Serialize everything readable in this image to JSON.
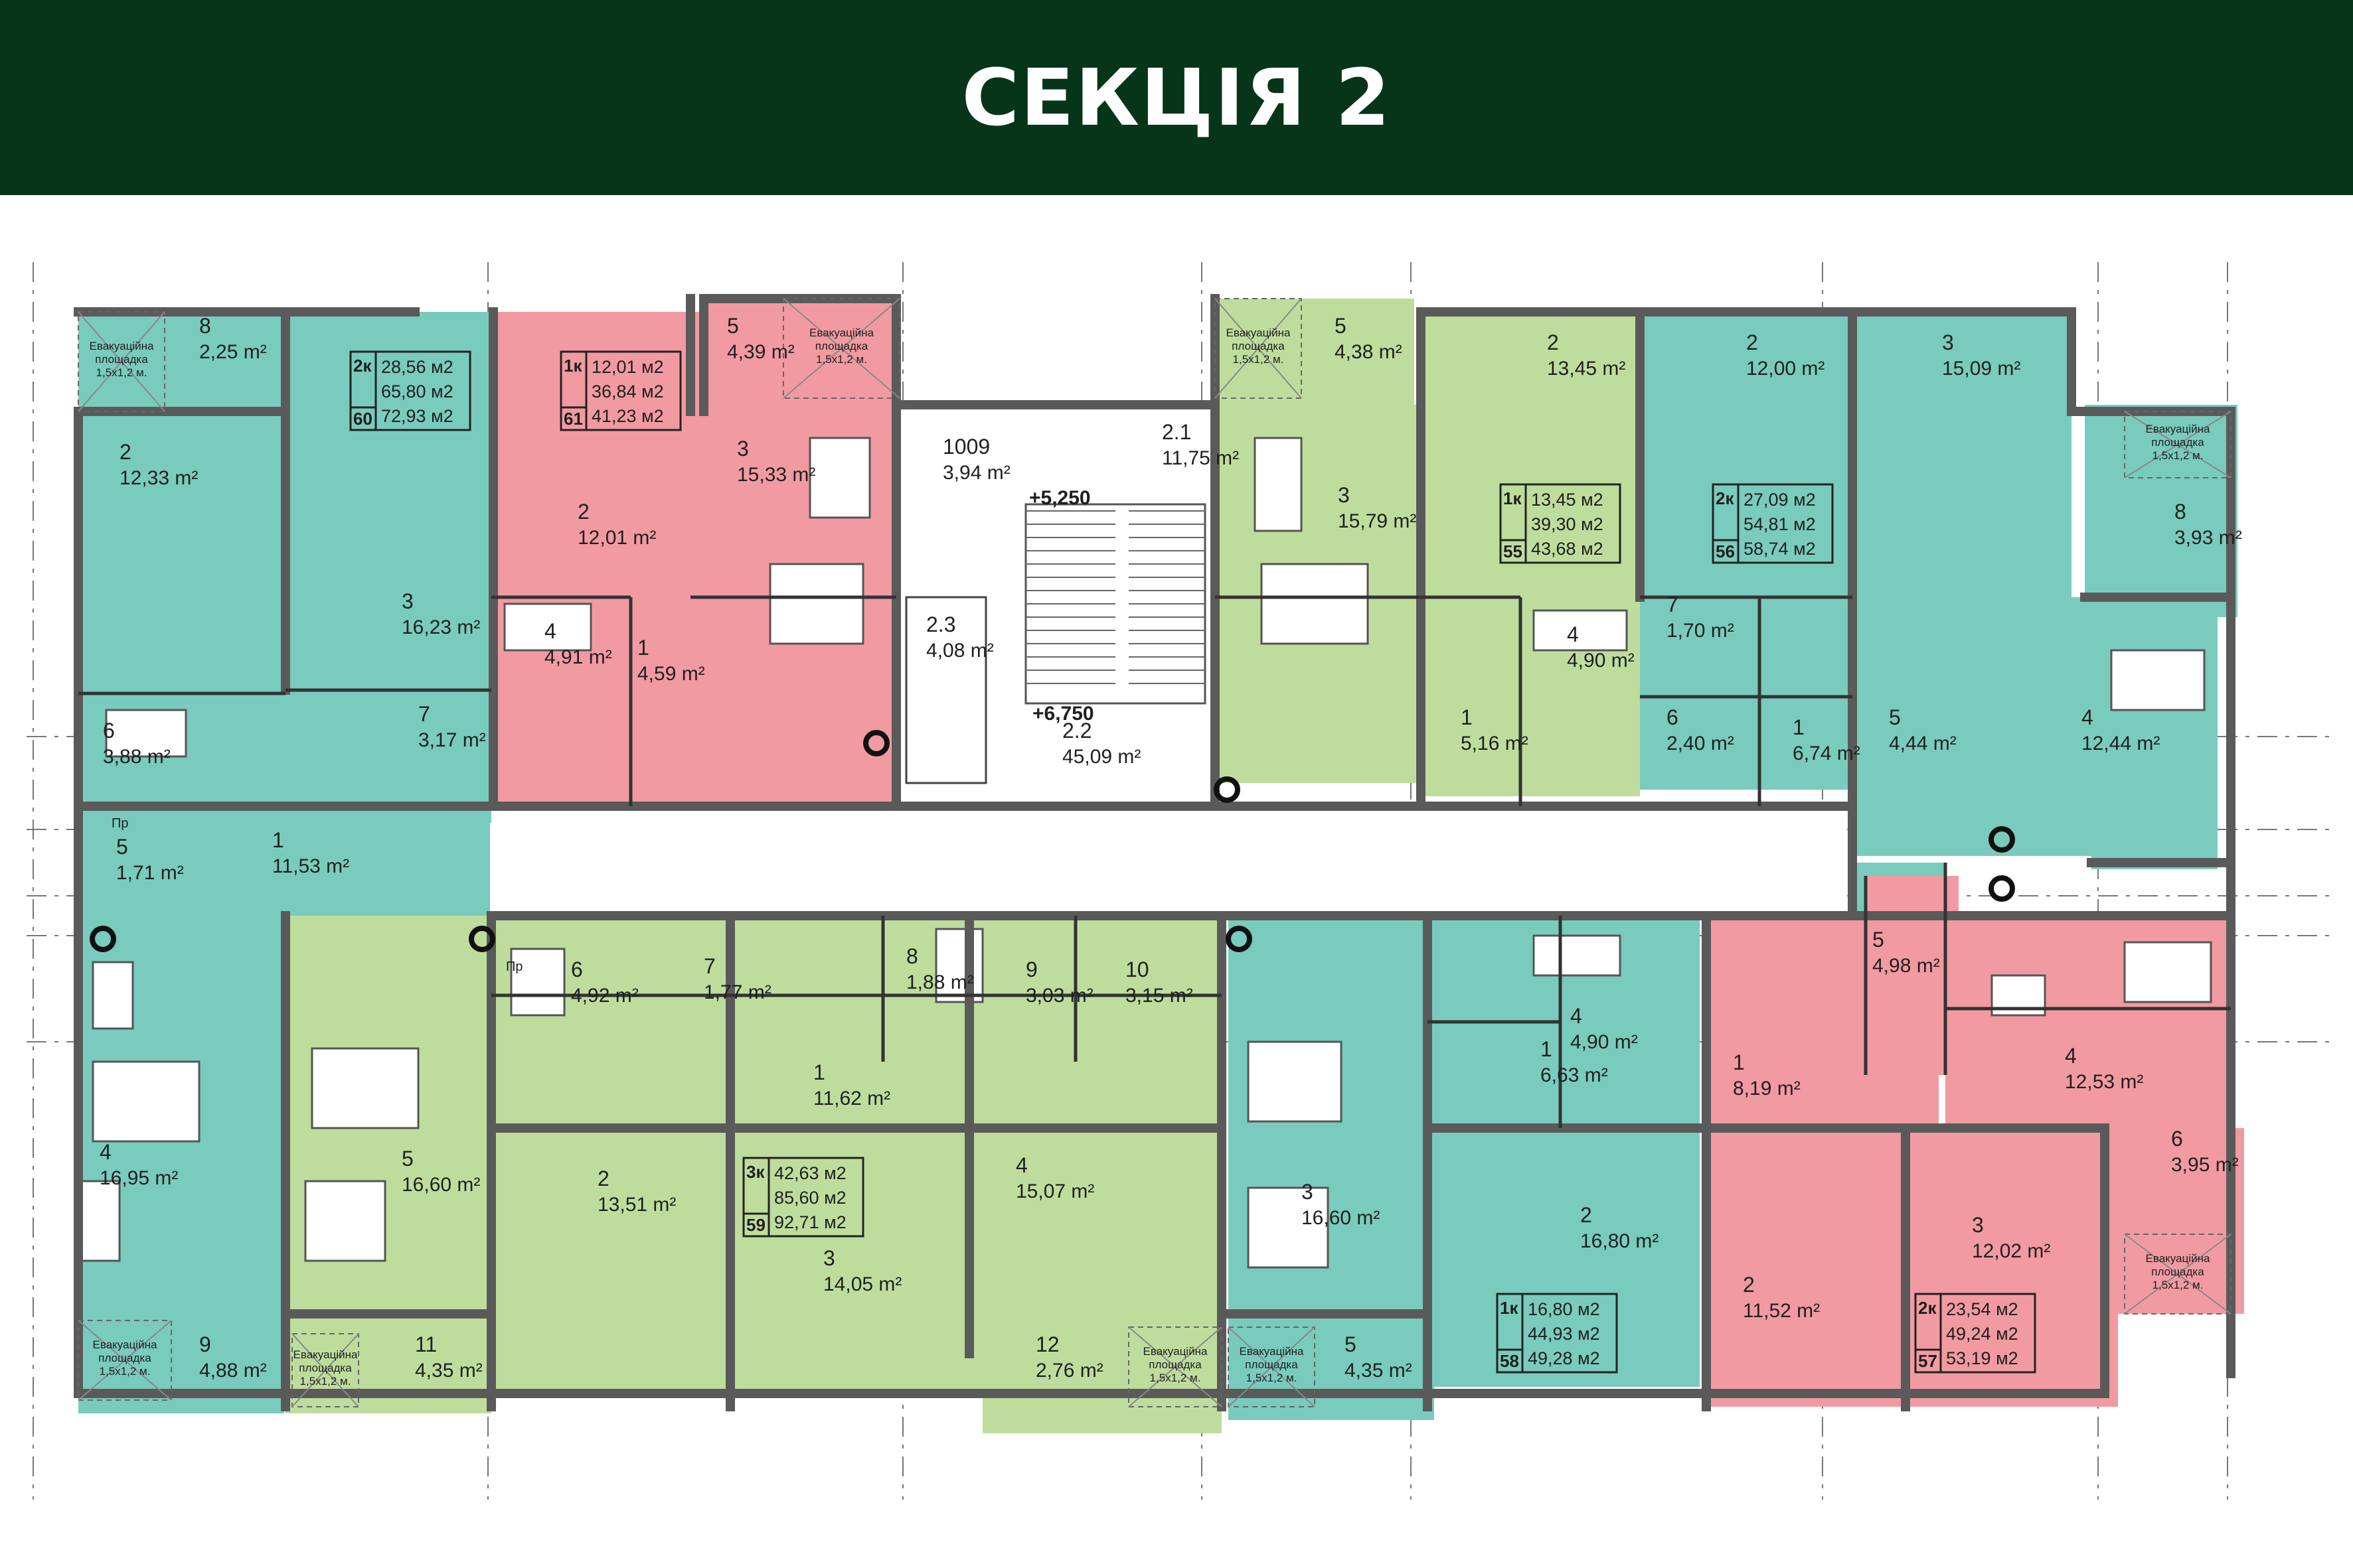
{
  "title": "СЕКЦІЯ 2",
  "colors": {
    "header_bg": "#073519",
    "apartment_1k_2k_teal": "#79cbbd",
    "apartment_3k_green": "#bedd9d",
    "apartment_pink": "#f29aa1",
    "wall": "#5a5a5a",
    "corridor": "#ffffff"
  },
  "evac_label": [
    "Евакуаційна",
    "площадка",
    "1,5х1,2 м."
  ],
  "apartments": [
    {
      "rooms": "2к",
      "num": "60",
      "areas": [
        "28,56 м2",
        "65,80 м2",
        "72,93 м2"
      ]
    },
    {
      "rooms": "1к",
      "num": "61",
      "areas": [
        "12,01 м2",
        "36,84 м2",
        "41,23 м2"
      ]
    },
    {
      "rooms": "1к",
      "num": "55",
      "areas": [
        "13,45 м2",
        "39,30 м2",
        "43,68 м2"
      ]
    },
    {
      "rooms": "2к",
      "num": "56",
      "areas": [
        "27,09 м2",
        "54,81 м2",
        "58,74 м2"
      ]
    },
    {
      "rooms": "3к",
      "num": "59",
      "areas": [
        "42,63 м2",
        "85,60 м2",
        "92,71 м2"
      ]
    },
    {
      "rooms": "1к",
      "num": "58",
      "areas": [
        "16,80 м2",
        "44,93 м2",
        "49,28 м2"
      ]
    },
    {
      "rooms": "2к",
      "num": "57",
      "areas": [
        "23,54 м2",
        "49,24 м2",
        "53,19 м2"
      ]
    }
  ],
  "levels": [
    "+5,250",
    "+6,750"
  ],
  "rooms": [
    {
      "n": "8",
      "a": "2,25 m²"
    },
    {
      "n": "2",
      "a": "12,33 m²"
    },
    {
      "n": "3",
      "a": "16,23 m²"
    },
    {
      "n": "6",
      "a": "3,88 m²"
    },
    {
      "n": "7",
      "a": "3,17 m²"
    },
    {
      "n": "5",
      "a": "1,71 m²"
    },
    {
      "n": "1",
      "a": "11,53 m²"
    },
    {
      "n": "2",
      "a": "12,01 m²"
    },
    {
      "n": "4",
      "a": "4,91 m²"
    },
    {
      "n": "1",
      "a": "4,59 m²"
    },
    {
      "n": "5",
      "a": "4,39 m²"
    },
    {
      "n": "3",
      "a": "15,33 m²"
    },
    {
      "n": "1009",
      "a": "3,94 m²"
    },
    {
      "n": "2.1",
      "a": "11,75 m²"
    },
    {
      "n": "2.3",
      "a": "4,08 m²"
    },
    {
      "n": "2.2",
      "a": "45,09 m²"
    },
    {
      "n": "5",
      "a": "4,38 m²"
    },
    {
      "n": "3",
      "a": "15,79 m²"
    },
    {
      "n": "2",
      "a": "13,45 m²"
    },
    {
      "n": "4",
      "a": "4,90 m²"
    },
    {
      "n": "1",
      "a": "5,16 m²"
    },
    {
      "n": "2",
      "a": "12,00 m²"
    },
    {
      "n": "7",
      "a": "1,70 m²"
    },
    {
      "n": "6",
      "a": "2,40 m²"
    },
    {
      "n": "1",
      "a": "6,74 m²"
    },
    {
      "n": "3",
      "a": "15,09 m²"
    },
    {
      "n": "8",
      "a": "3,93 m²"
    },
    {
      "n": "5",
      "a": "4,44 m²"
    },
    {
      "n": "4",
      "a": "12,44 m²"
    },
    {
      "n": "4",
      "a": "16,95 m²"
    },
    {
      "n": "9",
      "a": "4,88 m²"
    },
    {
      "n": "5",
      "a": "16,60 m²"
    },
    {
      "n": "11",
      "a": "4,35 m²"
    },
    {
      "n": "6",
      "a": "4,92 m²"
    },
    {
      "n": "7",
      "a": "1,77 m²"
    },
    {
      "n": "8",
      "a": "1,88 m²"
    },
    {
      "n": "9",
      "a": "3,03 m²"
    },
    {
      "n": "10",
      "a": "3,15 m²"
    },
    {
      "n": "1",
      "a": "11,62 m²"
    },
    {
      "n": "2",
      "a": "13,51 m²"
    },
    {
      "n": "3",
      "a": "14,05 m²"
    },
    {
      "n": "4",
      "a": "15,07 m²"
    },
    {
      "n": "12",
      "a": "2,76 m²"
    },
    {
      "n": "3",
      "a": "16,60 m²"
    },
    {
      "n": "5",
      "a": "4,35 m²"
    },
    {
      "n": "1",
      "a": "6,63 m²"
    },
    {
      "n": "4",
      "a": "4,90 m²"
    },
    {
      "n": "2",
      "a": "16,80 m²"
    },
    {
      "n": "1",
      "a": "8,19 m²"
    },
    {
      "n": "2",
      "a": "11,52 m²"
    },
    {
      "n": "5",
      "a": "4,98 m²"
    },
    {
      "n": "4",
      "a": "12,53 m²"
    },
    {
      "n": "6",
      "a": "3,95 m²"
    },
    {
      "n": "3",
      "a": "12,02 m²"
    }
  ],
  "small_tags": [
    "Пр",
    "Пр"
  ]
}
